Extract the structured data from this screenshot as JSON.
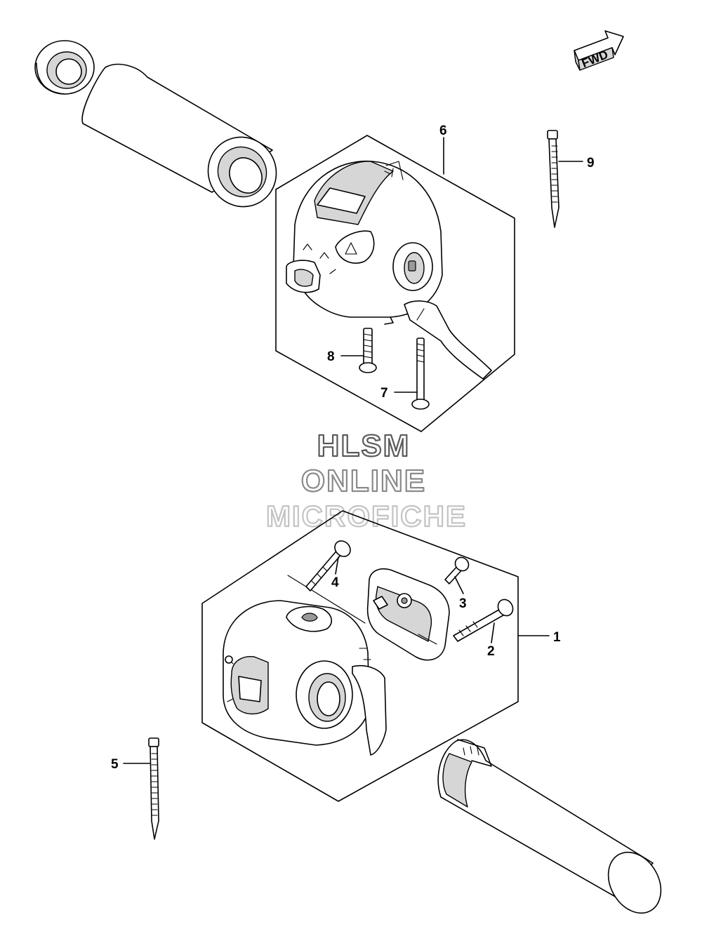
{
  "fwd_label": "FWD",
  "callouts": {
    "c1": "1",
    "c2": "2",
    "c3": "3",
    "c4": "4",
    "c5": "5",
    "c6": "6",
    "c7": "7",
    "c8": "8",
    "c9": "9"
  },
  "watermark": {
    "line1": "HLSM",
    "line2": "ONLINE",
    "line3": "MICROFICHE"
  }
}
